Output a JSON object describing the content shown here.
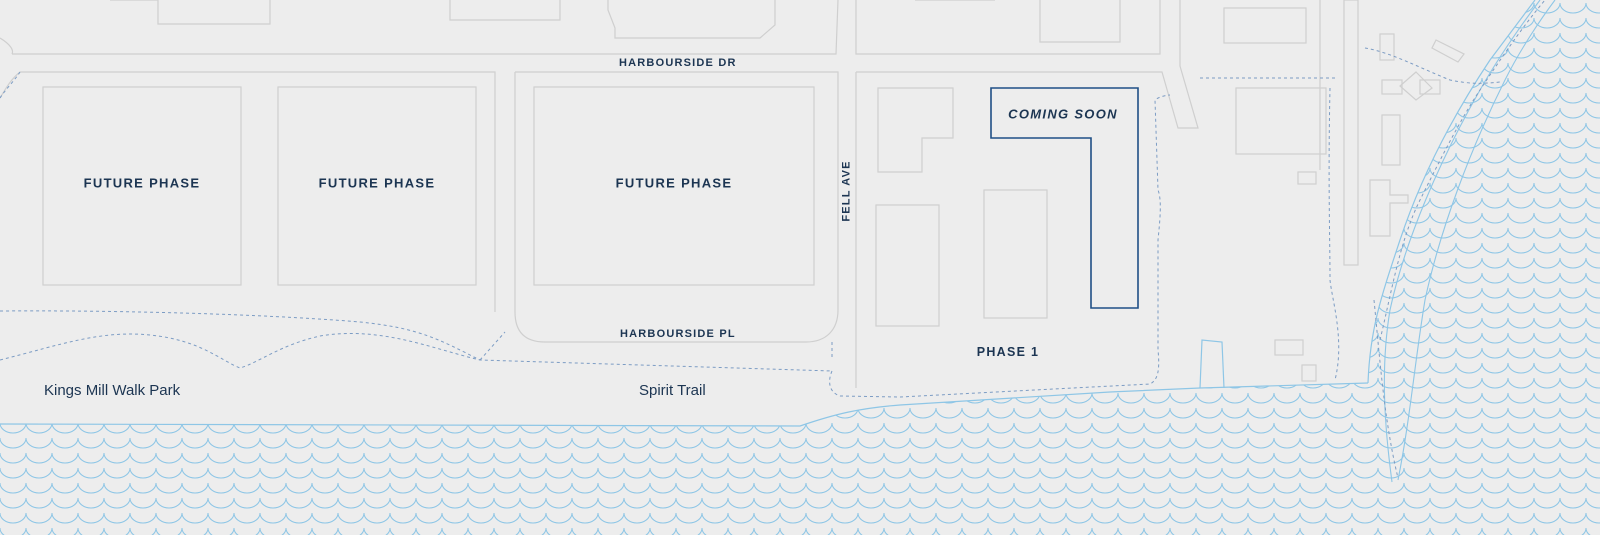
{
  "streets": {
    "harbourside_dr": "HARBOURSIDE DR",
    "harbourside_pl": "HARBOURSIDE PL",
    "fell_ave": "FELL AVE"
  },
  "parcels": {
    "future_1": "FUTURE PHASE",
    "future_2": "FUTURE PHASE",
    "future_3": "FUTURE PHASE",
    "coming_soon": "COMING SOON",
    "phase_1": "PHASE 1"
  },
  "landmarks": {
    "park": "Kings Mill Walk Park",
    "trail": "Spirit Trail"
  },
  "colors": {
    "background": "#ededed",
    "outline": "#cfcfcf",
    "water": "#8ec6e6",
    "trail": "#7c9cc4",
    "highlight": "#1f4f86",
    "label": "#1c3552"
  }
}
